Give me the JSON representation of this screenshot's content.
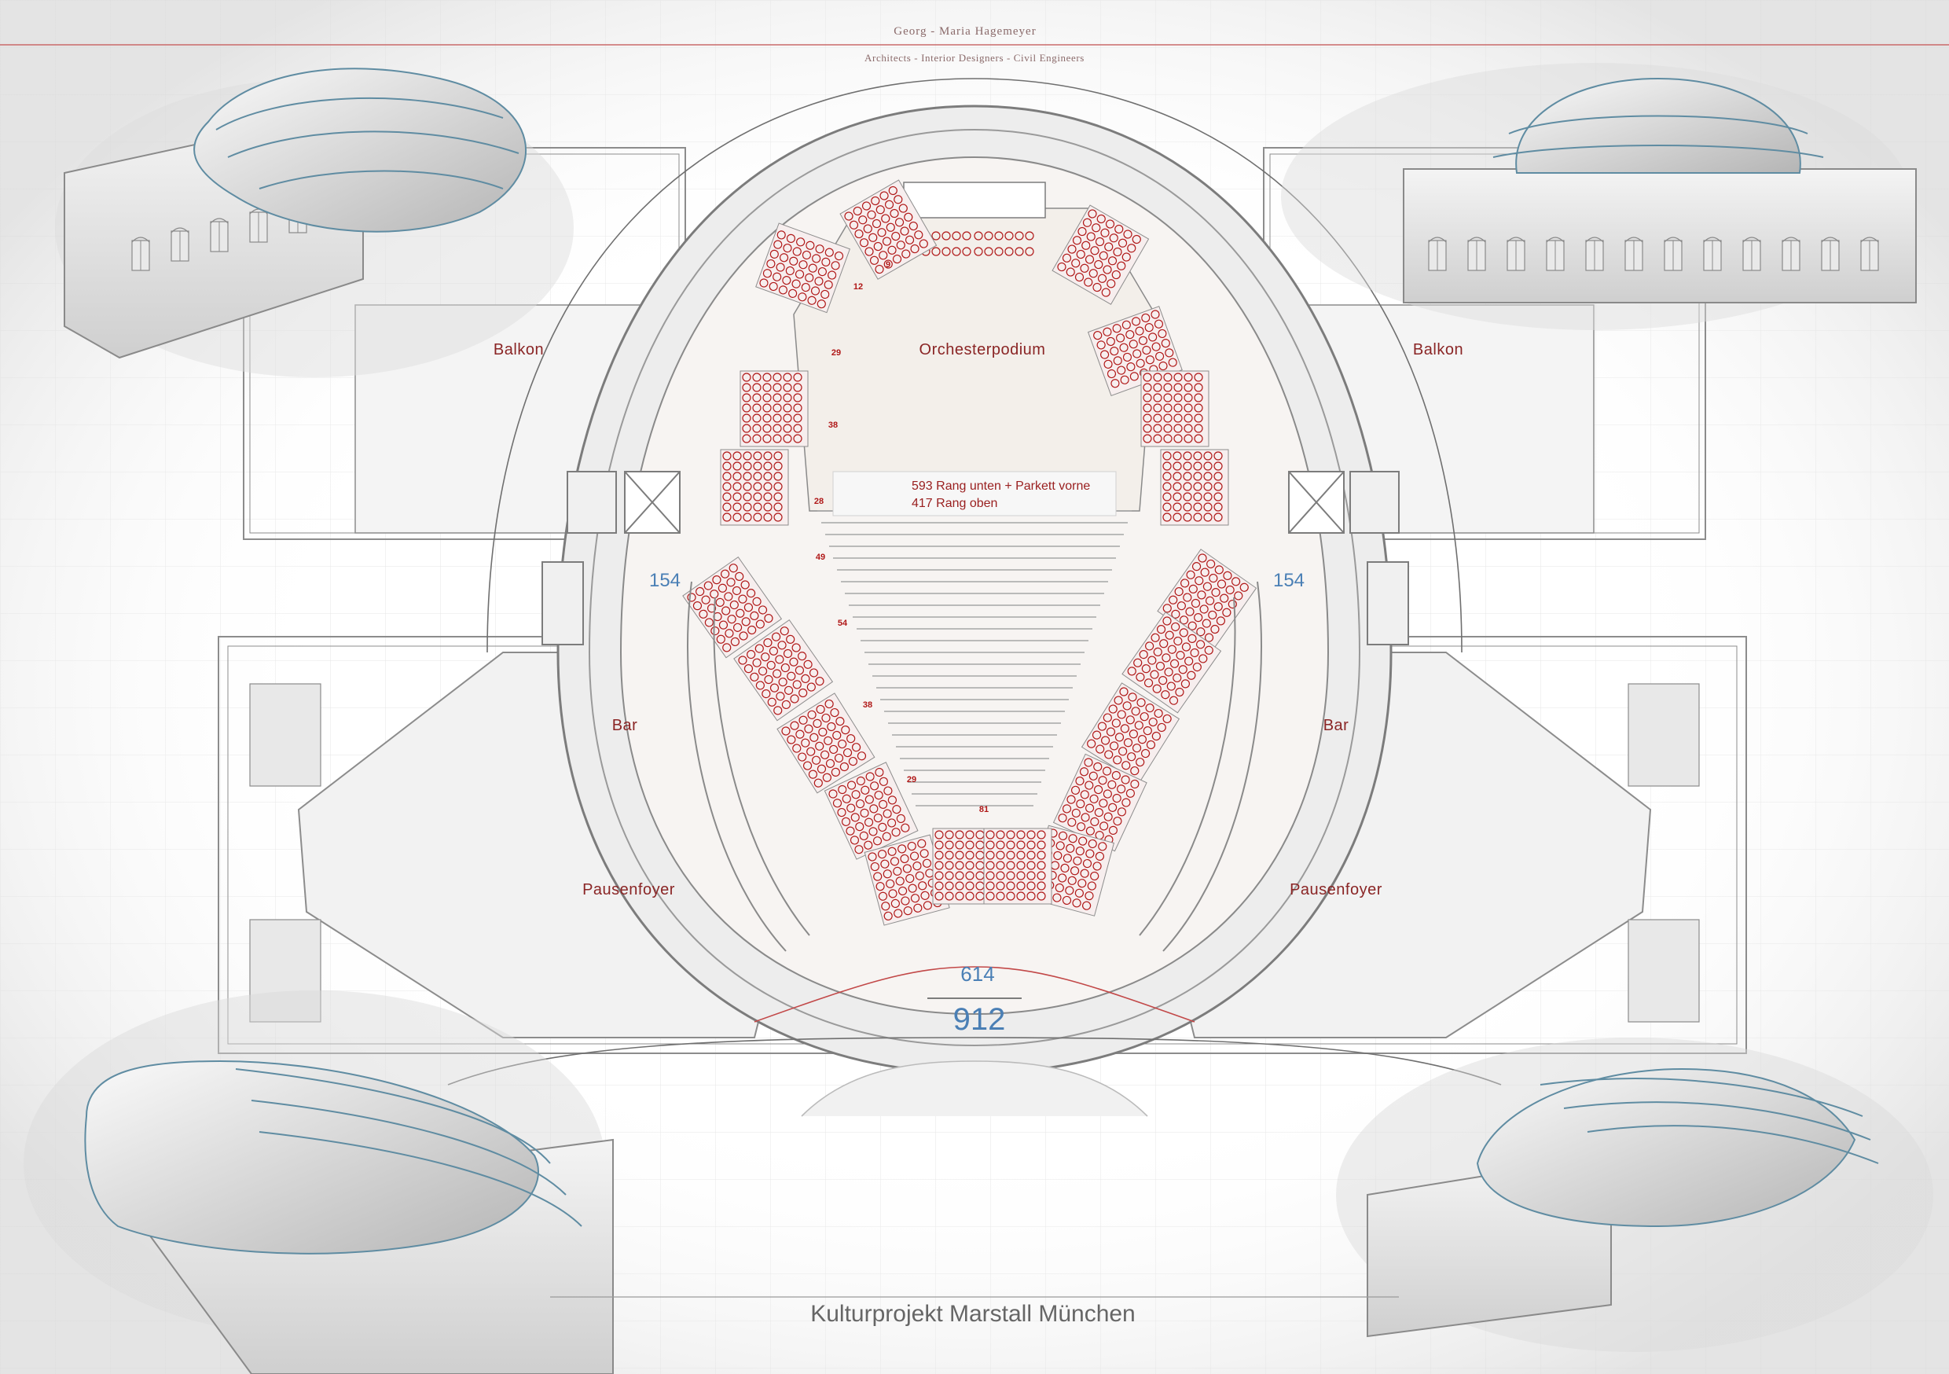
{
  "header": {
    "firm": "Georg - Maria Hagemeyer",
    "disciplines": "Architects - Interior Designers - Civil Engineers"
  },
  "title": "Kulturprojekt Marstall München",
  "rooms": {
    "balcony_left": "Balkon",
    "balcony_right": "Balkon",
    "orchestra_podium": "Orchesterpodium",
    "bar_left": "Bar",
    "bar_right": "Bar",
    "foyer_left": "Pausenfoyer",
    "foyer_right": "Pausenfoyer"
  },
  "capacity_note": {
    "line1": "593 Rang unten + Parkett vorne",
    "line2": "417 Rang oben"
  },
  "seat_counts": {
    "left_box": "154",
    "right_box": "154",
    "parkett": "614",
    "total": "912"
  },
  "row_numbers": [
    {
      "id": "r9",
      "text": "9"
    },
    {
      "id": "r12",
      "text": "12"
    },
    {
      "id": "r29a",
      "text": "29"
    },
    {
      "id": "r38a",
      "text": "38"
    },
    {
      "id": "r28",
      "text": "28"
    },
    {
      "id": "r49",
      "text": "49"
    },
    {
      "id": "r54",
      "text": "54"
    },
    {
      "id": "r38b",
      "text": "38"
    },
    {
      "id": "r29b",
      "text": "29"
    },
    {
      "id": "r81",
      "text": "81"
    }
  ],
  "colors": {
    "seat_red": "#b01818",
    "plan_line": "#8c8c8c",
    "count_blue": "#4a7fb5",
    "header_rule": "#c96a6a"
  },
  "renderings": [
    {
      "id": "top-left",
      "icon": "building-model-icon"
    },
    {
      "id": "top-right",
      "icon": "building-model-icon"
    },
    {
      "id": "bottom-left",
      "icon": "building-model-icon"
    },
    {
      "id": "bottom-right",
      "icon": "building-model-icon"
    }
  ]
}
